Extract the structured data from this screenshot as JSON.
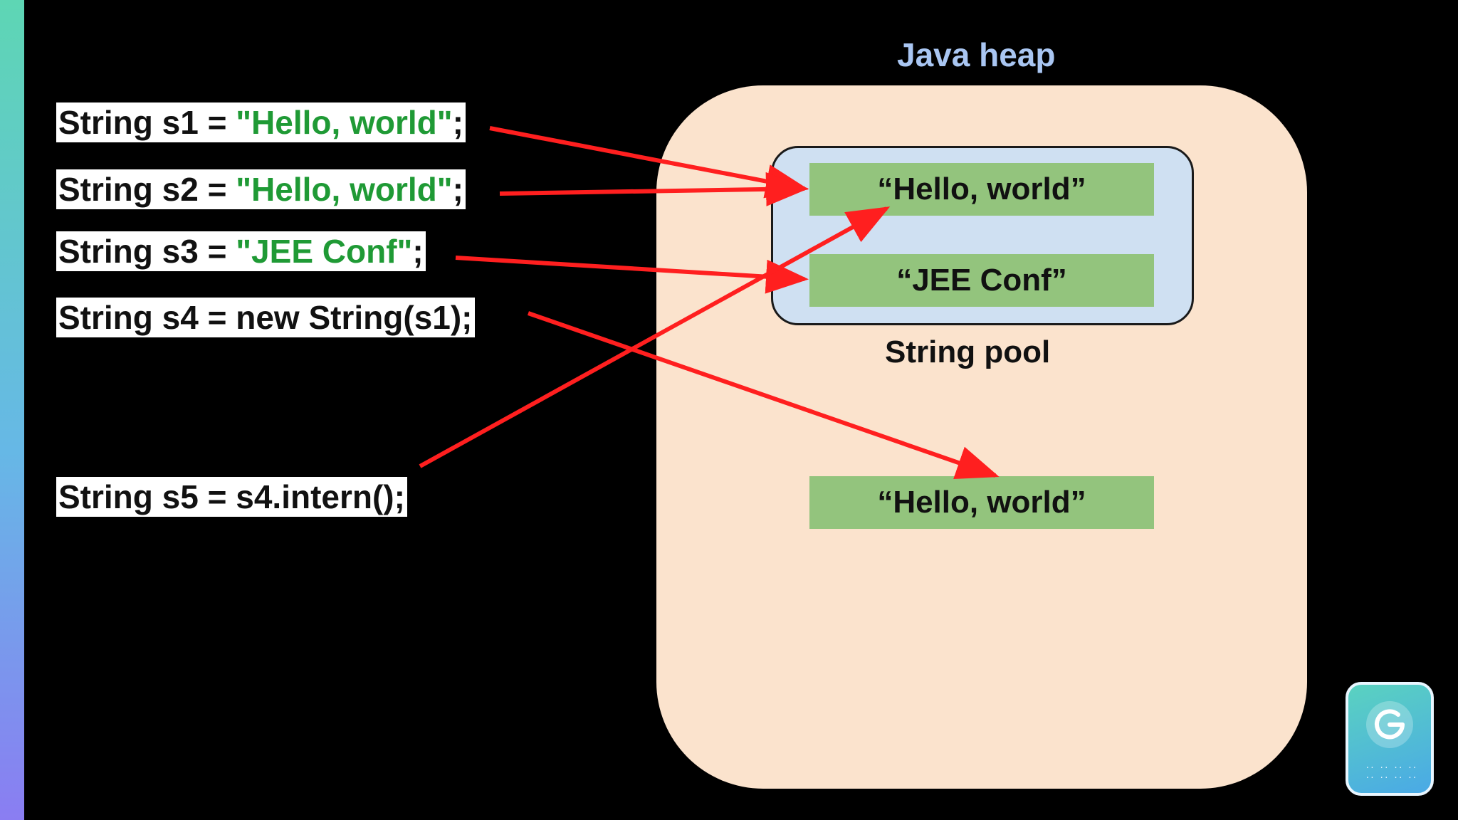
{
  "code": {
    "s1": {
      "prefix": "String s1 = ",
      "literal": "\"Hello, world\"",
      "suffix": ";"
    },
    "s2": {
      "prefix": "String s2 = ",
      "literal": "\"Hello, world\"",
      "suffix": ";"
    },
    "s3": {
      "prefix": "String s3 = ",
      "literal": "\"JEE Conf\"",
      "suffix": ";"
    },
    "s4": {
      "text": "String s4 = new String(s1);"
    },
    "s5": {
      "text": "String s5 = s4.intern();"
    }
  },
  "heap": {
    "title": "Java heap",
    "pool_label": "String pool",
    "pool_strings": [
      "“Hello, world”",
      "“JEE Conf”"
    ],
    "heap_string": "“Hello, world”"
  },
  "colors": {
    "background": "#000000",
    "heap": "#fbe3cd",
    "pool": "#cfe0f2",
    "string_box": "#93c47d",
    "literal": "#1f9a35",
    "arrow": "#ff1f1f",
    "title": "#a9c6f2"
  },
  "icons": {
    "side_strip": "gradient-strip",
    "badge": "app-logo-icon"
  }
}
